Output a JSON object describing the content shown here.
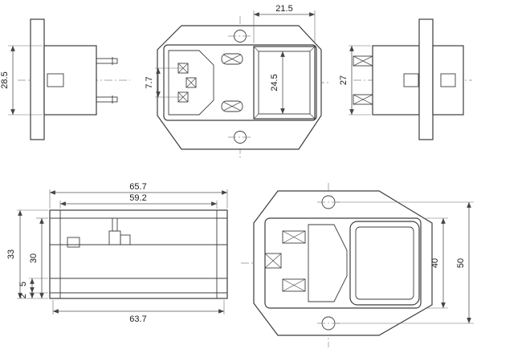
{
  "dims": {
    "side_body_height": "28.5",
    "switch_width": "21.5",
    "switch_height": "24.5",
    "pin_offset": "7.7",
    "right_body_height": "27",
    "top_width": "65.7",
    "top_inner_width": "59.2",
    "overall_height": "33",
    "body_height": "30",
    "step_a": "5",
    "step_b": "2",
    "bottom_width": "63.7",
    "module_height": "40",
    "overall_span": "50"
  },
  "colors": {
    "line": "#3d3d3d",
    "dimension": "#555555",
    "centerline": "#8a8a8a",
    "background": "#ffffff"
  }
}
